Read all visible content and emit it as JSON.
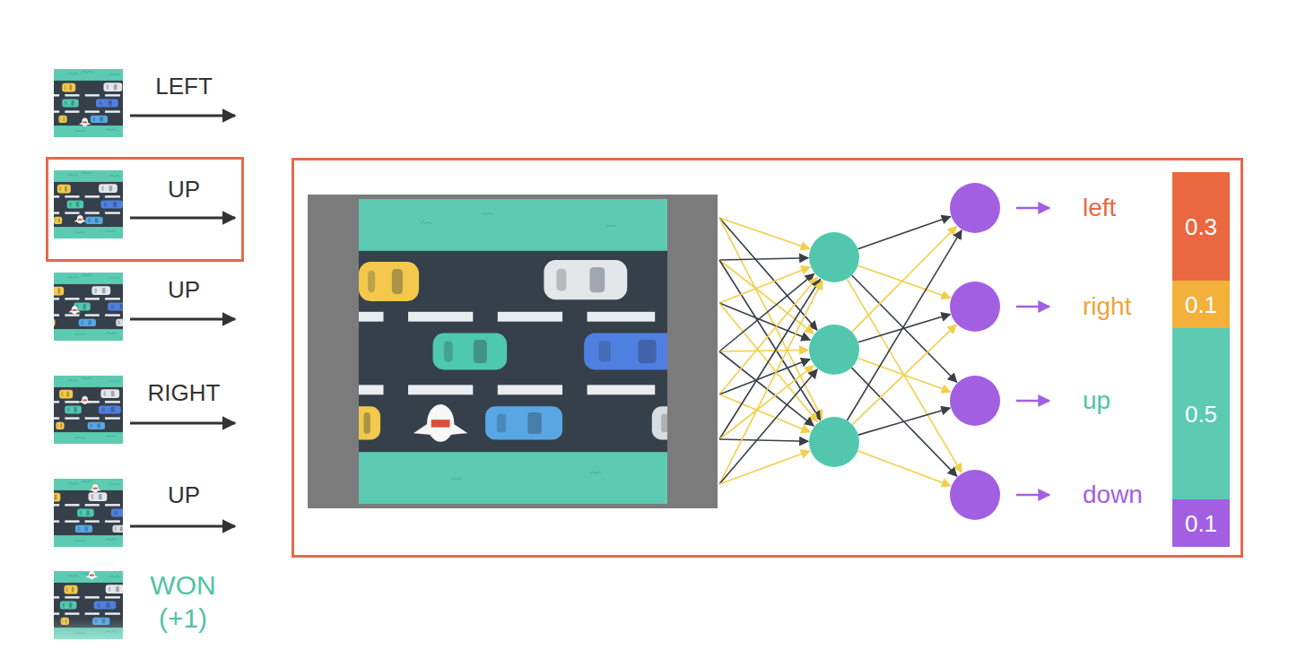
{
  "diagram": {
    "nodes": [
      {
        "text": [
          "UP"
        ]
      },
      {
        "text": [
          "left",
          "right",
          "up",
          "down"
        ]
      },
      {
        "text": [
          "0.3"
        ],
        "in": 1
      },
      {
        "text": [
          "0.1"
        ],
        "in": 1
      },
      {
        "text": [
          "0.5"
        ],
        "in": 1
      },
      {
        "text": [
          "0.1"
        ],
        "in": 1
      }
    ],
    "labels": [
      "LEFT",
      "UP",
      "RIGHT",
      "UP",
      "WON (+1)"
    ]
  }
}
